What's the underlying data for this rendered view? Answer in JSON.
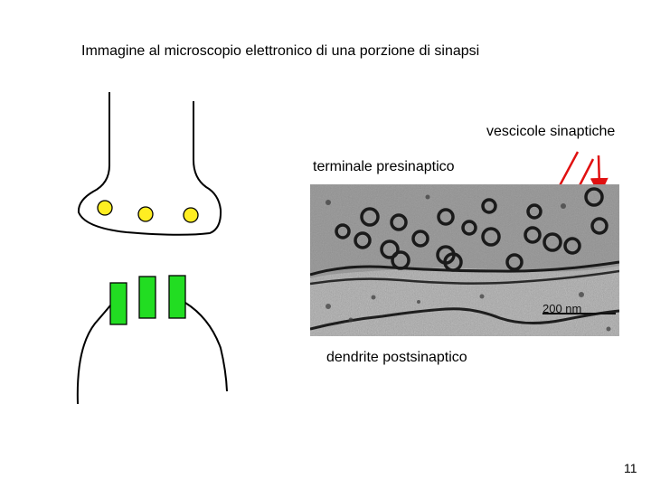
{
  "title": "Immagine al microscopio elettronico di una porzione di sinapsi",
  "labels": {
    "vesicles": "vescicole sinaptiche",
    "presynaptic": "terminale presinaptico",
    "postsynaptic": "dendrite postsinaptico"
  },
  "micrograph": {
    "scale_bar": "200 nm"
  },
  "colors": {
    "vesicle_fill": "#ffee22",
    "receptor_fill": "#22dd22",
    "arrow": "#e01010"
  },
  "page_number": "11"
}
